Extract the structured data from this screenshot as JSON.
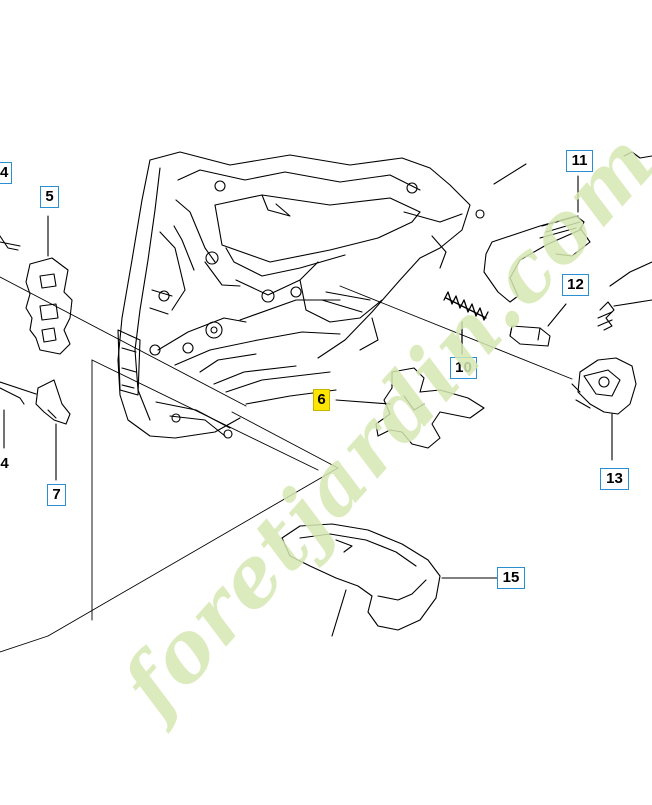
{
  "diagram": {
    "callouts": {
      "c4a": "4",
      "c4b": "4",
      "c5": "5",
      "c6": "6",
      "c7": "7",
      "c10": "10",
      "c11": "11",
      "c12": "12",
      "c13": "13",
      "c15": "15"
    },
    "highlighted_part": "6"
  },
  "watermark": {
    "text": "foretjardin.com",
    "color": "#d6e8b2",
    "color_dark": "#cbbfb0"
  }
}
